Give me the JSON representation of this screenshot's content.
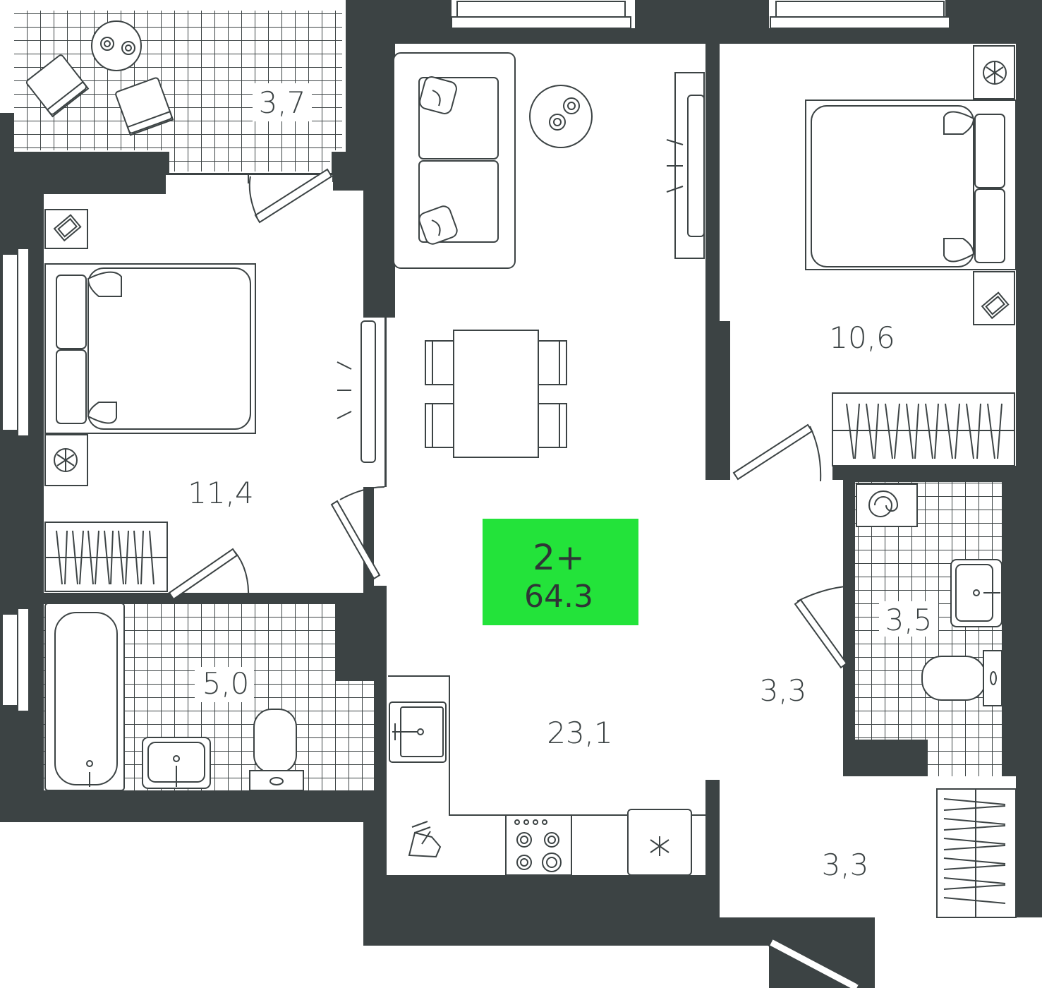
{
  "apartment": {
    "rooms_label": "2+",
    "total_area": "64.3",
    "badge_color": "#23e33a"
  },
  "rooms": {
    "balcony": {
      "area": "3,7"
    },
    "bedroom_left": {
      "area": "11,4"
    },
    "living_kitchen": {
      "area": "23,1"
    },
    "bedroom_right": {
      "area": "10,6"
    },
    "bathroom_left": {
      "area": "5,0"
    },
    "bathroom_right": {
      "area": "3,5"
    },
    "hall_upper": {
      "area": "3,3"
    },
    "hall_lower": {
      "area": "3,3"
    }
  },
  "colors": {
    "wall": "#3c4344",
    "line": "#3c4344",
    "background": "#ffffff"
  }
}
